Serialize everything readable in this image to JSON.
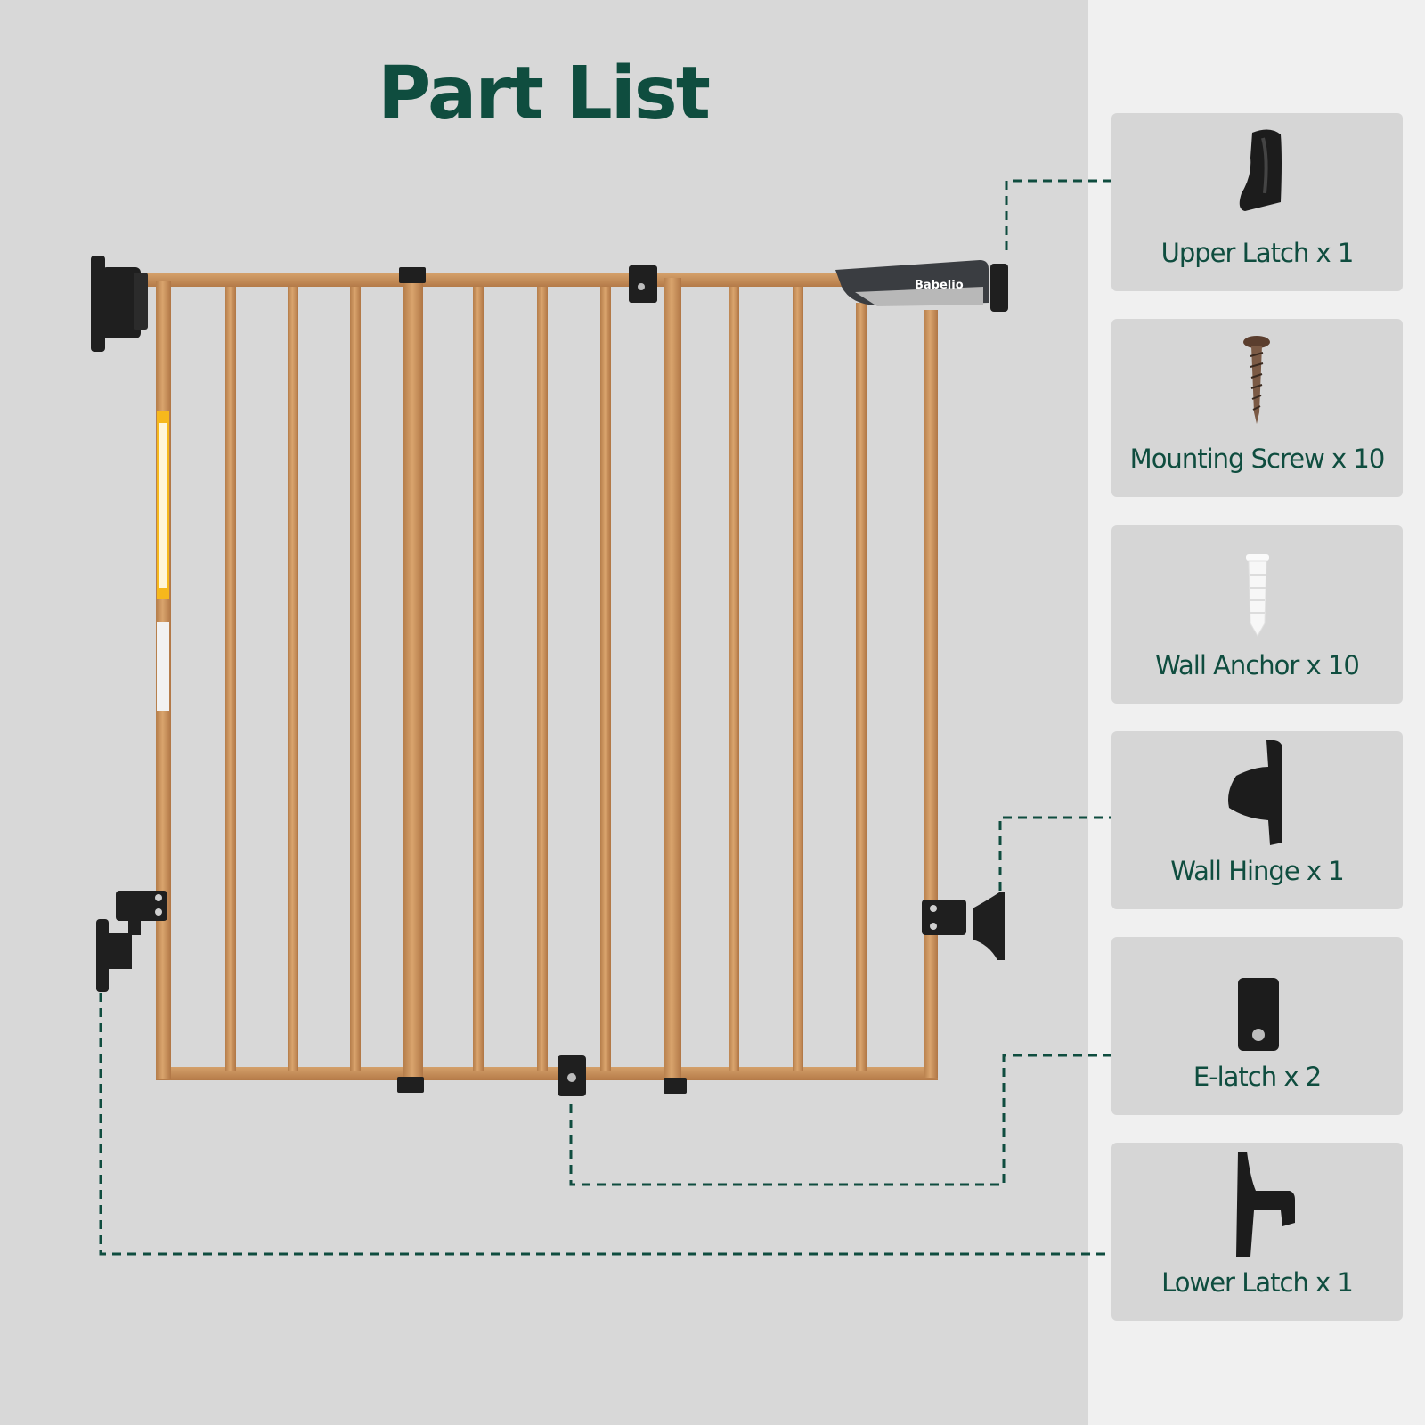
{
  "title": "Part List",
  "brand": "Babelio",
  "colors": {
    "accent": "#0f4d3f",
    "wood": "#c8905a",
    "hardware": "#1e1e1e",
    "panel": "#d6d6d6",
    "background_left": "#d8d8d8",
    "background_right": "#f0f0f0"
  },
  "parts": [
    {
      "label": "Upper Latch x 1",
      "icon": "upper-latch-icon"
    },
    {
      "label": "Mounting Screw x 10",
      "icon": "screw-icon"
    },
    {
      "label": "Wall Anchor x 10",
      "icon": "wall-anchor-icon"
    },
    {
      "label": "Wall Hinge x 1",
      "icon": "wall-hinge-icon"
    },
    {
      "label": "E-latch x 2",
      "icon": "e-latch-icon"
    },
    {
      "label": "Lower Latch x 1",
      "icon": "lower-latch-icon"
    }
  ]
}
